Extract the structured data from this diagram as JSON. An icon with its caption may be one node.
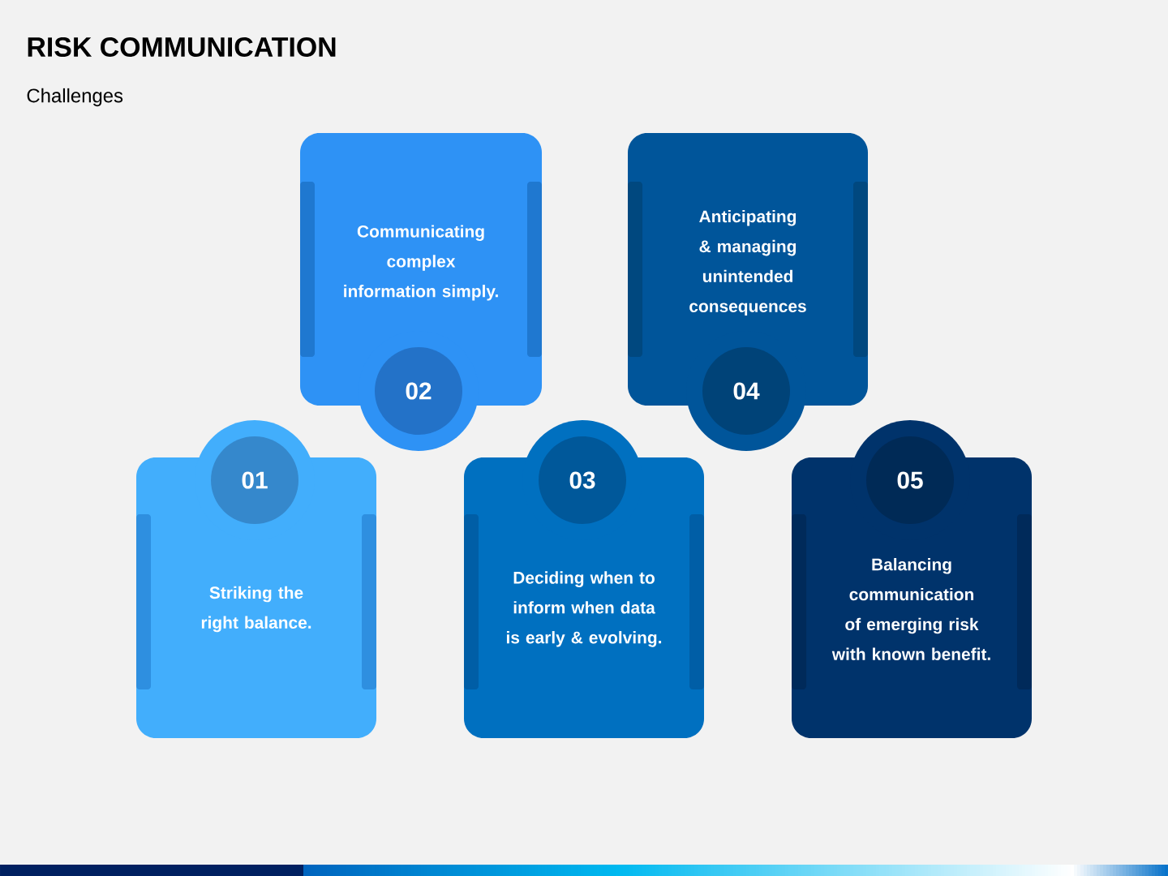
{
  "diagram": {
    "title": "RISK COMMUNICATION",
    "nodes": [
      {
        "text": [
          "Striking the right balance."
        ]
      },
      {
        "text": [
          "01"
        ]
      },
      {
        "text": [
          "Communicating complex information simply."
        ]
      },
      {
        "text": [
          "02"
        ]
      },
      {
        "text": [
          "Deciding when to inform when data is early & evolving."
        ]
      },
      {
        "text": [
          "03"
        ]
      },
      {
        "text": [
          "Anticipating & managing unintended consequences"
        ]
      },
      {
        "text": [
          "04"
        ]
      },
      {
        "text": [
          "Balancing communication of emerging risk with known benefit."
        ]
      },
      {
        "text": [
          "05"
        ]
      }
    ],
    "labels": [
      "Challenges"
    ]
  }
}
